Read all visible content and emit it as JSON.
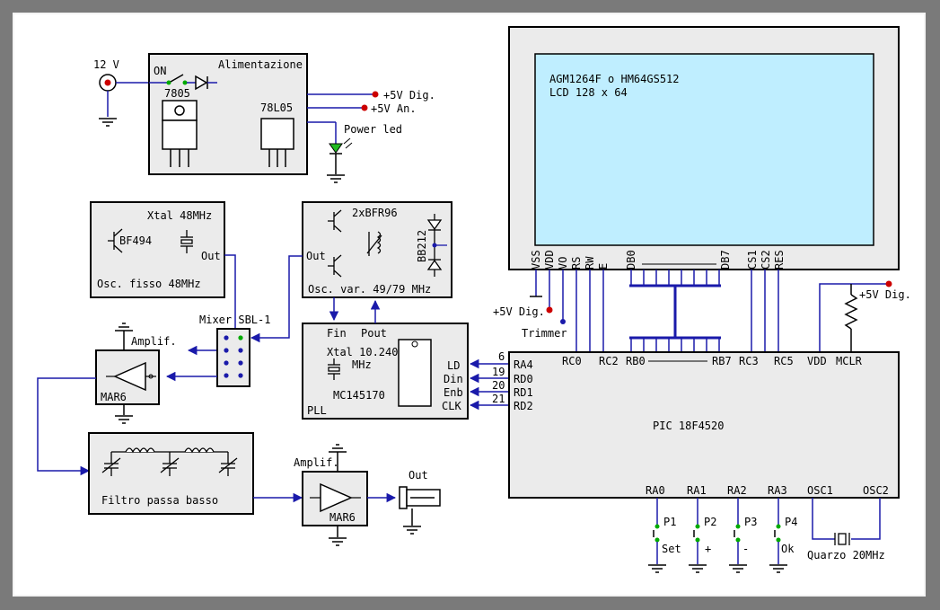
{
  "power": {
    "input_label": "12 V",
    "switch_label": "ON",
    "block_title": "Alimentazione",
    "reg1": "7805",
    "reg2": "78L05",
    "out_dig": "+5V Dig.",
    "out_an": "+5V An.",
    "led_label": "Power led"
  },
  "xtal_osc": {
    "title": "Xtal 48MHz",
    "transistor": "BF494",
    "out": "Out",
    "footer": "Osc. fisso 48MHz"
  },
  "var_osc": {
    "transistor": "2xBFR96",
    "varicap": "BB212",
    "out": "Out",
    "footer": "Osc. var. 49/79 MHz"
  },
  "mixer": {
    "label": "Mixer SBL-1"
  },
  "amp1": {
    "label": "Amplif.",
    "chip": "MAR6"
  },
  "filter": {
    "label": "Filtro passa basso"
  },
  "amp2": {
    "label": "Amplif.",
    "chip": "MAR6"
  },
  "output": {
    "label": "Out"
  },
  "pll": {
    "fin": "Fin",
    "pout": "Pout",
    "xtal_line1": "Xtal 10.240",
    "xtal_line2": "MHz",
    "chip": "MC145170",
    "name": "PLL",
    "pins": [
      "LD",
      "Din",
      "Enb",
      "CLK"
    ],
    "pin_numbers": [
      "6",
      "19",
      "20",
      "21"
    ]
  },
  "lcd": {
    "line1": "AGM1264F o HM64GS512",
    "line2": "LCD 128 x 64",
    "pins_left": [
      "VSS",
      "VDD",
      "VO",
      "RS",
      "RW",
      "E"
    ],
    "db0": "DB0",
    "db7": "DB7",
    "pins_right": [
      "CS1",
      "CS2",
      "RES"
    ],
    "supply": "+5V Dig.",
    "trimmer": "Trimmer",
    "pullup_supply": "+5V Dig."
  },
  "pic": {
    "name": "PIC 18F4520",
    "top_labels": [
      "RC0",
      "RC2",
      "RB0",
      "RB7",
      "RC3",
      "RC5",
      "VDD",
      "MCLR"
    ],
    "left_pins": [
      "RA4",
      "RD0",
      "RD1",
      "RD2"
    ],
    "bottom_pins": [
      "RA0",
      "RA1",
      "RA2",
      "RA3",
      "OSC1",
      "OSC2"
    ],
    "buttons": [
      "P1",
      "P2",
      "P3",
      "P4"
    ],
    "button_labels": [
      "Set",
      "+",
      "-",
      "Ok"
    ],
    "quartz": "Quarzo 20MHz"
  },
  "colors": {
    "wire": "#1a1aaa",
    "lcd_screen": "#bfeeff",
    "block_fill": "#ebebeb",
    "node_red": "#cc0000",
    "node_green": "#00aa00",
    "led": "#22bb22"
  }
}
